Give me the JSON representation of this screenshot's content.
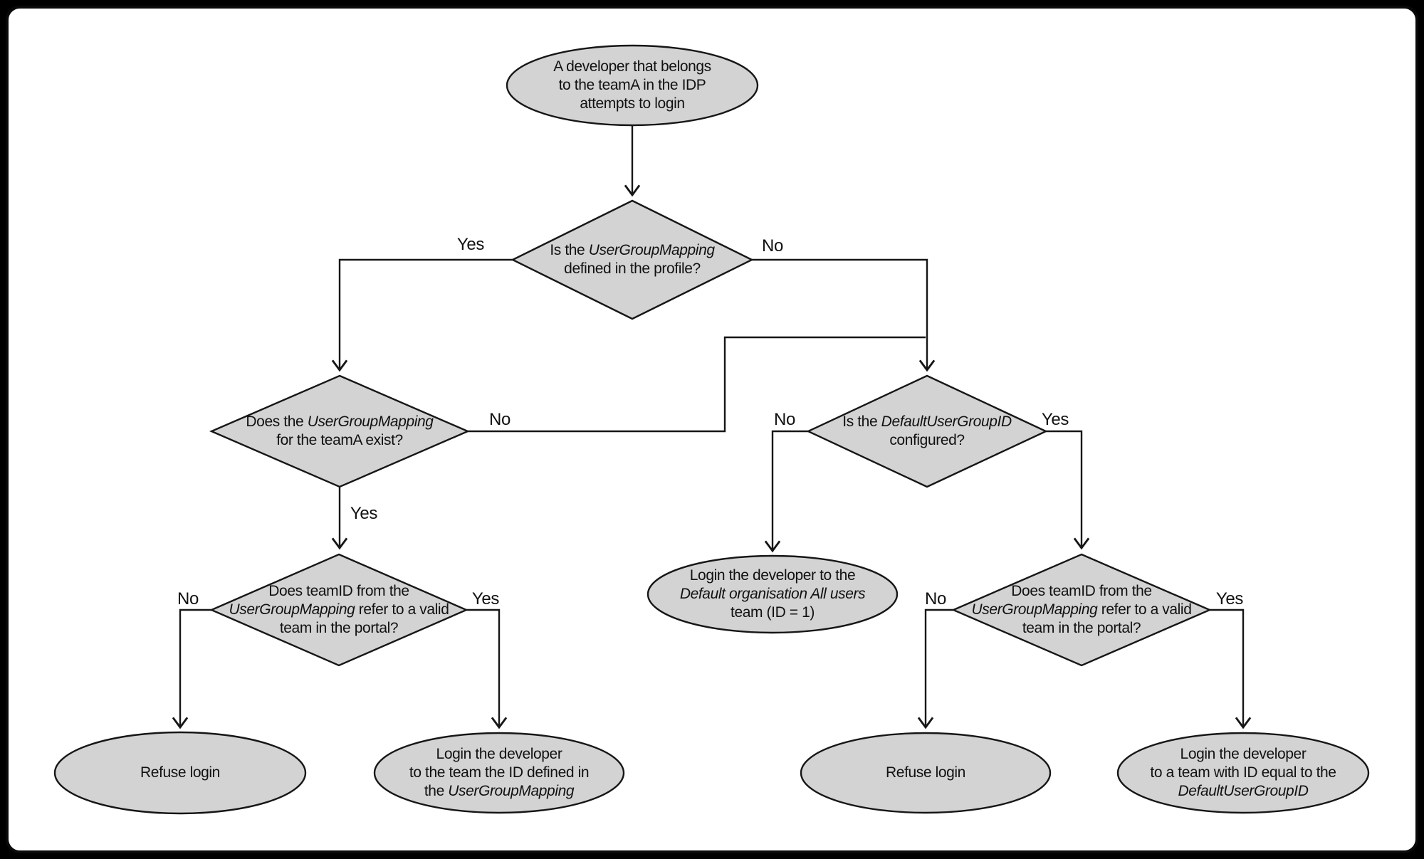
{
  "diagram": {
    "title": "Developer login flow (team mapping decision flowchart)",
    "type": "flowchart"
  },
  "colors": {
    "background_outside": "#000000",
    "surface": "#ffffff",
    "node_fill": "#d3d3d3",
    "node_stroke": "#161616",
    "text": "#111111"
  },
  "nodes": {
    "start": {
      "shape": "ellipse",
      "lines": [
        [
          {
            "t": "A developer that belongs"
          }
        ],
        [
          {
            "t": "to the teamA in the IDP"
          }
        ],
        [
          {
            "t": "attempts to login"
          }
        ]
      ]
    },
    "d1": {
      "shape": "decision",
      "lines": [
        [
          {
            "t": "Is the "
          },
          {
            "t": "UserGroupMapping",
            "italic": true
          }
        ],
        [
          {
            "t": "defined in the profile?"
          }
        ]
      ]
    },
    "d2": {
      "shape": "decision",
      "lines": [
        [
          {
            "t": "Does the "
          },
          {
            "t": "UserGroupMapping",
            "italic": true
          }
        ],
        [
          {
            "t": "for the teamA exist?"
          }
        ]
      ]
    },
    "d3": {
      "shape": "decision",
      "lines": [
        [
          {
            "t": "Is the "
          },
          {
            "t": "DefaultUserGroupID",
            "italic": true
          }
        ],
        [
          {
            "t": "configured?"
          }
        ]
      ]
    },
    "d4": {
      "shape": "decision",
      "lines": [
        [
          {
            "t": "Does teamID from the"
          }
        ],
        [
          {
            "t": "UserGroupMapping",
            "italic": true
          },
          {
            "t": " refer to a valid"
          }
        ],
        [
          {
            "t": "team in the portal?"
          }
        ]
      ]
    },
    "d5": {
      "shape": "decision",
      "lines": [
        [
          {
            "t": "Does teamID from the"
          }
        ],
        [
          {
            "t": "UserGroupMapping",
            "italic": true
          },
          {
            "t": " refer to a valid"
          }
        ],
        [
          {
            "t": "team in the portal?"
          }
        ]
      ]
    },
    "end_default_org": {
      "shape": "ellipse",
      "lines": [
        [
          {
            "t": "Login the developer to the"
          }
        ],
        [
          {
            "t": "Default organisation All users",
            "italic": true
          }
        ],
        [
          {
            "t": "team (ID = 1)"
          }
        ]
      ]
    },
    "end_refuse_left": {
      "shape": "ellipse",
      "lines": [
        [
          {
            "t": "Refuse login"
          }
        ]
      ]
    },
    "end_login_mapping": {
      "shape": "ellipse",
      "lines": [
        [
          {
            "t": "Login the developer"
          }
        ],
        [
          {
            "t": "to the team the ID defined in"
          }
        ],
        [
          {
            "t": "the "
          },
          {
            "t": "UserGroupMapping",
            "italic": true
          }
        ]
      ]
    },
    "end_refuse_right": {
      "shape": "ellipse",
      "lines": [
        [
          {
            "t": "Refuse login"
          }
        ]
      ]
    },
    "end_login_default_id": {
      "shape": "ellipse",
      "lines": [
        [
          {
            "t": "Login the developer"
          }
        ],
        [
          {
            "t": "to a team with ID equal to the"
          }
        ],
        [
          {
            "t": "DefaultUserGroupID",
            "italic": true
          }
        ]
      ]
    }
  },
  "edge_labels": {
    "d1_yes": "Yes",
    "d1_no": "No",
    "d2_yes": "Yes",
    "d2_no": "No",
    "d3_yes": "Yes",
    "d3_no": "No",
    "d4_yes": "Yes",
    "d4_no": "No",
    "d5_yes": "Yes",
    "d5_no": "No"
  }
}
